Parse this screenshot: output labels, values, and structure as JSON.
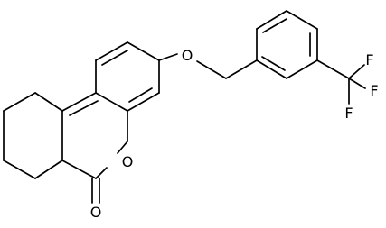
{
  "atoms": {
    "ether_oxygen": "O",
    "ring_oxygen": "O",
    "carbonyl_oxygen": "O",
    "fluorine_top": "F",
    "fluorine_right": "F",
    "fluorine_left": "F"
  },
  "colors": {
    "bond": "#000000",
    "label": "#000000",
    "background": "#ffffff"
  }
}
